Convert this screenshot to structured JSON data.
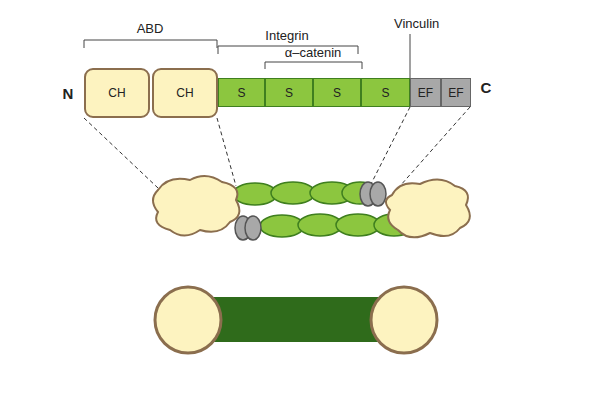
{
  "diagram": {
    "nodes": [
      {
        "text": [
          "CH"
        ]
      },
      {
        "text": [
          "CH"
        ]
      },
      {
        "text": [
          "S"
        ]
      },
      {
        "text": [
          "S"
        ]
      },
      {
        "text": [
          "S"
        ]
      },
      {
        "text": [
          "S"
        ]
      },
      {
        "text": [
          "EF"
        ]
      },
      {
        "text": [
          "EF"
        ]
      }
    ],
    "labels": [
      "ABD",
      "Integrin",
      "Vinculin",
      "α–catenin",
      "N",
      "C"
    ]
  }
}
